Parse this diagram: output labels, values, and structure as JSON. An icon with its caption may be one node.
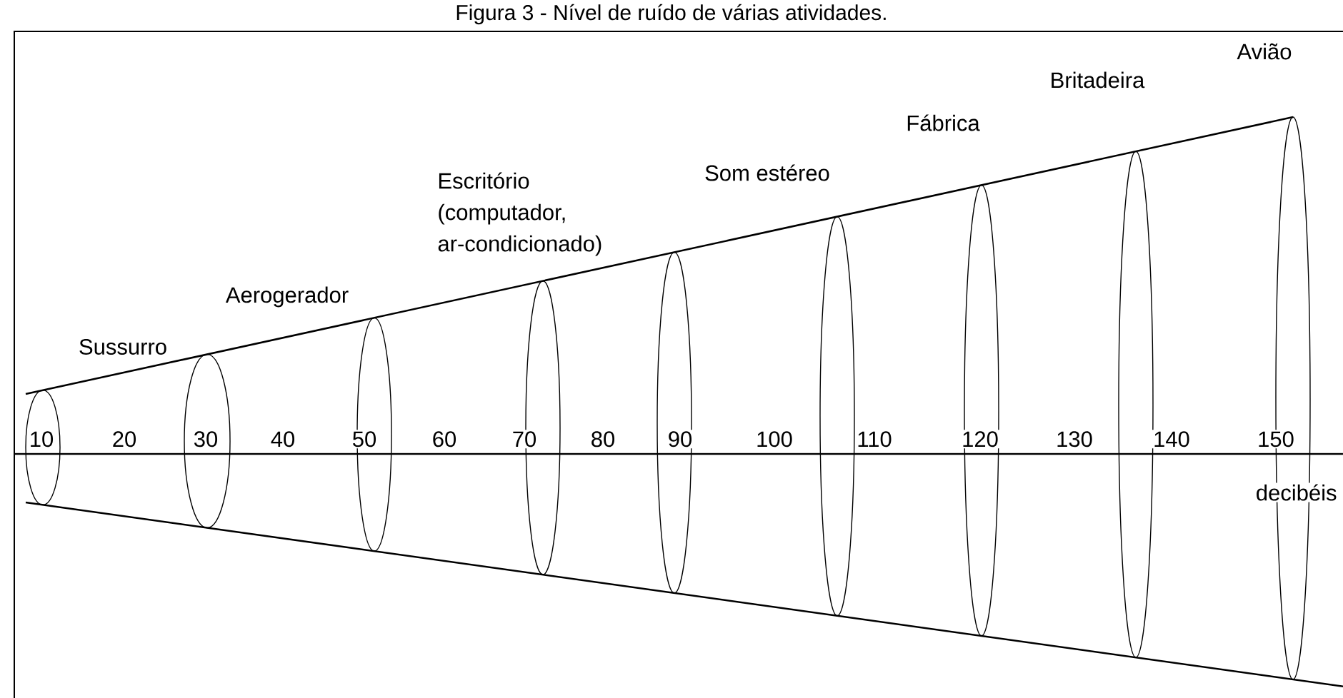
{
  "diagram": {
    "title": "Figura 3 - Nível de ruído de várias atividades.",
    "labels": [
      "Avião",
      "Britadeira",
      "Fábrica",
      "Escritório (computador, ar-condicionado)",
      "Som estéreo",
      "Aerogerador",
      "Sussurro",
      "10",
      "20",
      "30",
      "40",
      "50",
      "60",
      "70",
      "80",
      "90",
      "100",
      "110",
      "120",
      "130",
      "140",
      "150",
      "decibéis"
    ]
  }
}
